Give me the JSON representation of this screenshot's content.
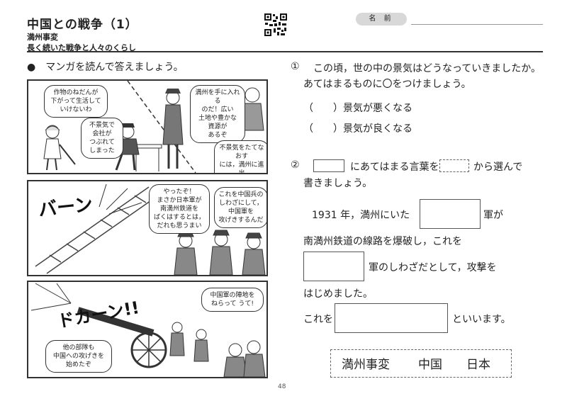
{
  "header": {
    "title": "中国との戦争（1）",
    "subtitle1": "満州事変",
    "subtitle2": "長く続いた戦争と人々のくらし",
    "name_label": "名 前"
  },
  "instruction": "●　マンガを読んで答えましょう。",
  "manga": {
    "panel1": {
      "bubble_a": "作物のねだんが\n下がって生活して\nいけないわ",
      "bubble_b": "不景気で\n会社が\nつぶれて\nしまった",
      "bubble_c": "満州を手に入れる\nのだ！広い\n土地や豊かな\n資源が\nあるぞ",
      "bubble_d": "不景気をたてなおす\nには，満州に進出\nするしかないなぁ"
    },
    "panel2": {
      "sfx": "バーン",
      "bubble_a": "やったぞ！\nまさか日本軍が\n南満州鉄道を\nばくはするとは，\nだれも思うまい",
      "bubble_b": "これを中国兵の\nしわざにして，\n中国軍を\n攻げきするんだ"
    },
    "panel3": {
      "sfx": "ドカーン!!",
      "bubble_a": "中国軍の陣地を\nねらって うて!",
      "bubble_b": "他の部隊も\n中国への攻げきを\n始めたぞ"
    }
  },
  "q1": {
    "number": "①",
    "line1": "この頃，世の中の景気はどうなっていきましたか。",
    "line2": "あてはまるものに〇をつけましょう。",
    "option1": "（　　）景気が悪くなる",
    "option2": "（　　）景気が良くなる"
  },
  "q2": {
    "number": "②",
    "text_a": "にあてはまる言葉を",
    "text_b": "から選んで",
    "text_c": "書きましょう。",
    "line1": "1931 年，満州にいた",
    "line1_end": "軍が",
    "line2": "南満州鉄道の線路を爆破し，これを",
    "line3_end": "軍のしわざだとして，攻撃を",
    "line4": "はじめました。",
    "line5": "これを",
    "line5_end": "といいます。"
  },
  "choices": [
    "満州事変",
    "中国",
    "日本"
  ],
  "page_number": "48"
}
